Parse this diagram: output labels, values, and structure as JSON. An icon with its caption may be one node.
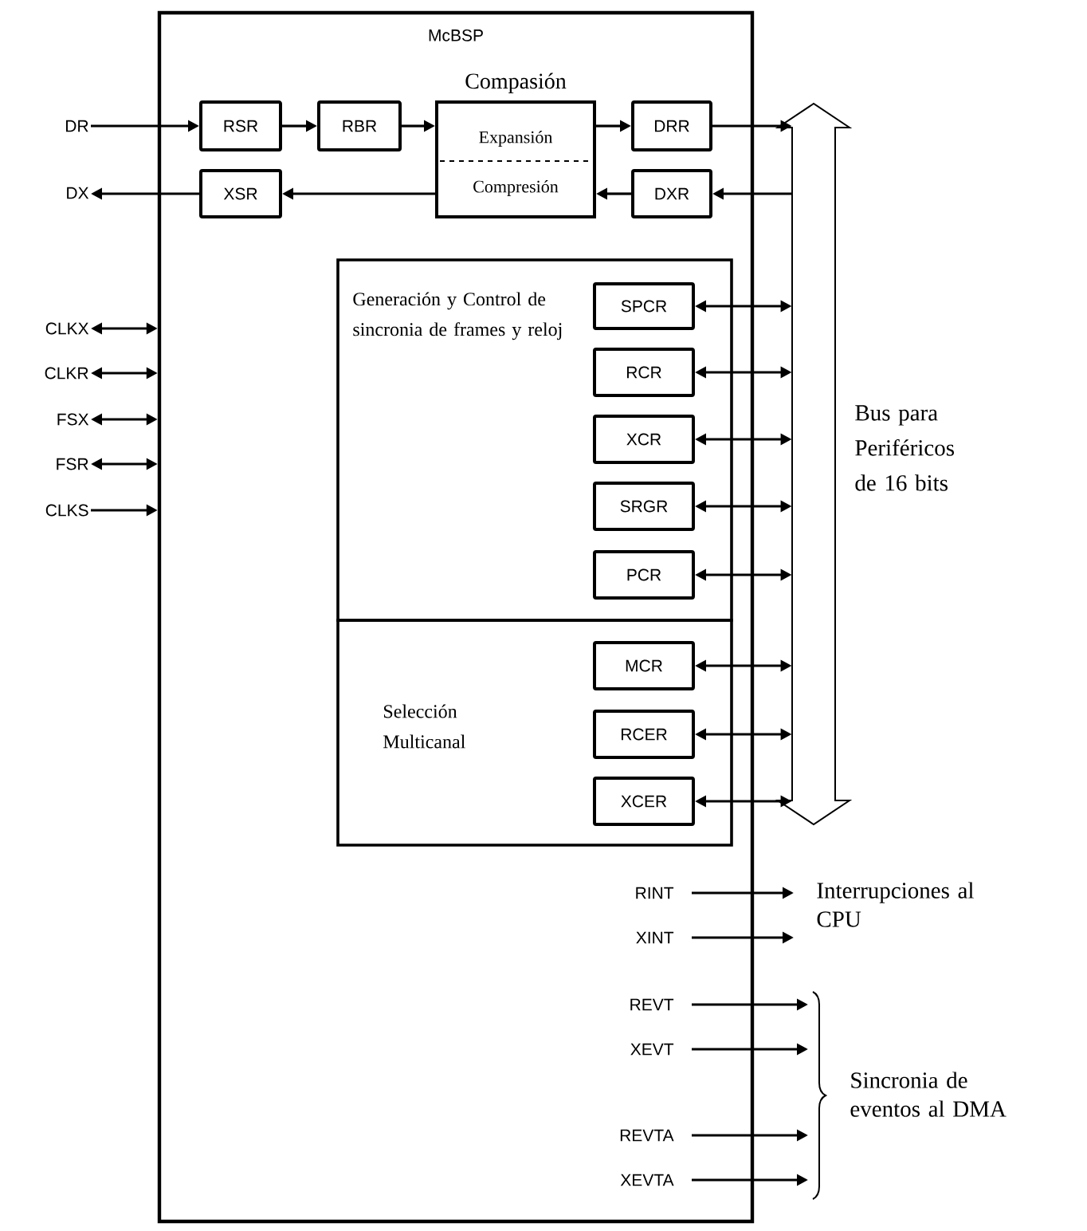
{
  "diagram": {
    "nodes": [
      {
        "text": [
          "McBSP"
        ]
      },
      {
        "text": [
          "DR"
        ]
      },
      {
        "text": [
          "DX"
        ]
      },
      {
        "text": [
          "RSR"
        ],
        "in": 0
      },
      {
        "text": [
          "RBR"
        ],
        "in": 0
      },
      {
        "text": [
          "Compasión",
          "Expansión",
          "Compresión"
        ],
        "in": 0
      },
      {
        "text": [
          "DRR"
        ],
        "in": 0
      },
      {
        "text": [
          "XSR"
        ],
        "in": 0
      },
      {
        "text": [
          "DXR"
        ],
        "in": 0
      },
      {
        "text": [
          "Bus para Periféricos de 16 bits"
        ]
      },
      {
        "text": [
          "CLKX"
        ]
      },
      {
        "text": [
          "CLKR"
        ]
      },
      {
        "text": [
          "FSX"
        ]
      },
      {
        "text": [
          "FSR"
        ]
      },
      {
        "text": [
          "CLKS"
        ]
      },
      {
        "text": [
          "Generación y Control de sincronia de frames y reloj"
        ],
        "in": 0
      },
      {
        "text": [
          "SPCR"
        ],
        "in": 15
      },
      {
        "text": [
          "RCR"
        ],
        "in": 15
      },
      {
        "text": [
          "XCR"
        ],
        "in": 15
      },
      {
        "text": [
          "SRGR"
        ],
        "in": 15
      },
      {
        "text": [
          "PCR"
        ],
        "in": 15
      },
      {
        "text": [
          "Selección Multicanal"
        ],
        "in": 0
      },
      {
        "text": [
          "MCR"
        ],
        "in": 21
      },
      {
        "text": [
          "RCER"
        ],
        "in": 21
      },
      {
        "text": [
          "XCER"
        ],
        "in": 21
      },
      {
        "text": [
          "RINT"
        ],
        "in": 0
      },
      {
        "text": [
          "XINT"
        ],
        "in": 0
      },
      {
        "text": [
          "REVT"
        ],
        "in": 0
      },
      {
        "text": [
          "XEVT"
        ],
        "in": 0
      },
      {
        "text": [
          "REVTA"
        ],
        "in": 0
      },
      {
        "text": [
          "XEVTA"
        ],
        "in": 0
      },
      {
        "text": [
          "Interrupciones al CPU"
        ]
      }
    ],
    "edges": [
      {
        "from": 1,
        "to": 3,
        "arrow": "to"
      },
      {
        "from": 3,
        "to": 4,
        "arrow": "to"
      },
      {
        "from": 4,
        "to": 5,
        "arrow": "to"
      },
      {
        "from": 5,
        "to": 6,
        "arrow": "to"
      },
      {
        "from": 6,
        "to": 9,
        "arrow": "to"
      },
      {
        "from": 9,
        "to": 8,
        "arrow": "to"
      },
      {
        "from": 8,
        "to": 5,
        "arrow": "to"
      },
      {
        "from": 5,
        "to": 7,
        "arrow": "to"
      },
      {
        "from": 7,
        "to": 2,
        "arrow": "to"
      },
      {
        "from": 10,
        "to": 0,
        "arrow": "both"
      },
      {
        "from": 11,
        "to": 0,
        "arrow": "both"
      },
      {
        "from": 12,
        "to": 0,
        "arrow": "both"
      },
      {
        "from": 13,
        "to": 0,
        "arrow": "both"
      },
      {
        "from": 14,
        "to": 0,
        "arrow": "to"
      },
      {
        "from": 16,
        "to": 9,
        "arrow": "both"
      },
      {
        "from": 17,
        "to": 9,
        "arrow": "both"
      },
      {
        "from": 18,
        "to": 9,
        "arrow": "both"
      },
      {
        "from": 19,
        "to": 9,
        "arrow": "both"
      },
      {
        "from": 20,
        "to": 9,
        "arrow": "both"
      },
      {
        "from": 22,
        "to": 9,
        "arrow": "both"
      },
      {
        "from": 23,
        "to": 9,
        "arrow": "both"
      },
      {
        "from": 24,
        "to": 9,
        "arrow": "both"
      },
      {
        "from": 25,
        "to": 31,
        "arrow": "to"
      },
      {
        "from": 26,
        "to": 31,
        "arrow": "to"
      },
      {
        "from": 27,
        "to": null,
        "arrow": "to"
      },
      {
        "from": 28,
        "to": null,
        "arrow": "to"
      },
      {
        "from": 29,
        "to": null,
        "arrow": "to"
      },
      {
        "from": 30,
        "to": null,
        "arrow": "to"
      }
    ],
    "labels": [
      "Sincronia de eventos al DMA"
    ]
  }
}
